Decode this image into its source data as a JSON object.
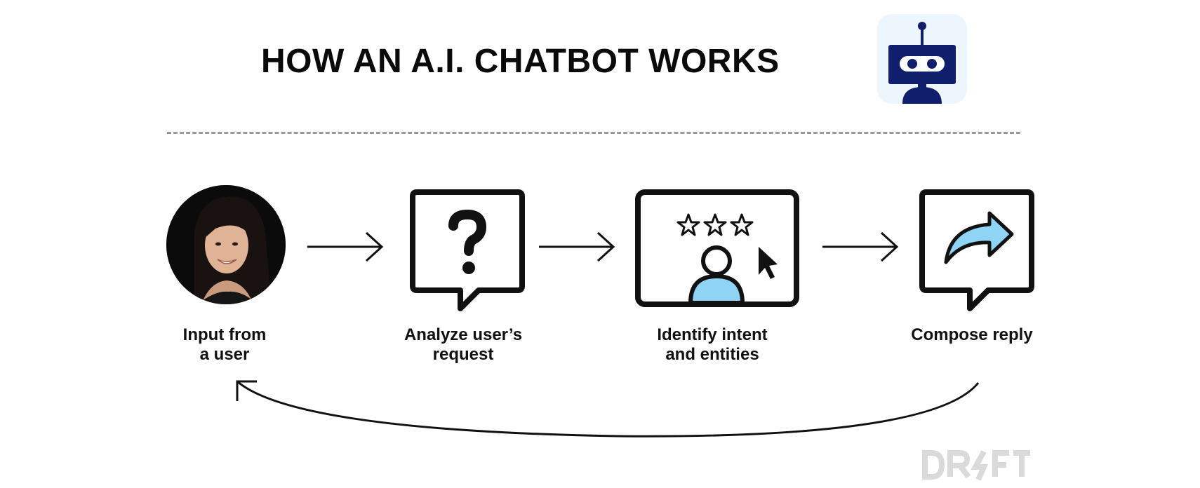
{
  "title": "HOW AN A.I. CHATBOT WORKS",
  "steps": [
    {
      "label_line1": "Input from",
      "label_line2": "a user",
      "icon": "user-photo"
    },
    {
      "label_line1": "Analyze user’s",
      "label_line2": "request",
      "icon": "question-speech-bubble-icon"
    },
    {
      "label_line1": "Identify intent",
      "label_line2": "and entities",
      "icon": "screen-with-stars-user-cursor-icon"
    },
    {
      "label_line1": "Compose reply",
      "label_line2": "",
      "icon": "share-arrow-speech-bubble-icon"
    }
  ],
  "brand_logo_text": "DRIFT",
  "colors": {
    "robot_navy": "#0f1f6b",
    "robot_bg": "#eef6fd",
    "accent_light_blue": "#8fd3f5",
    "stroke": "#111111",
    "divider": "#9a9a9a",
    "logo_gray": "#dadada"
  }
}
